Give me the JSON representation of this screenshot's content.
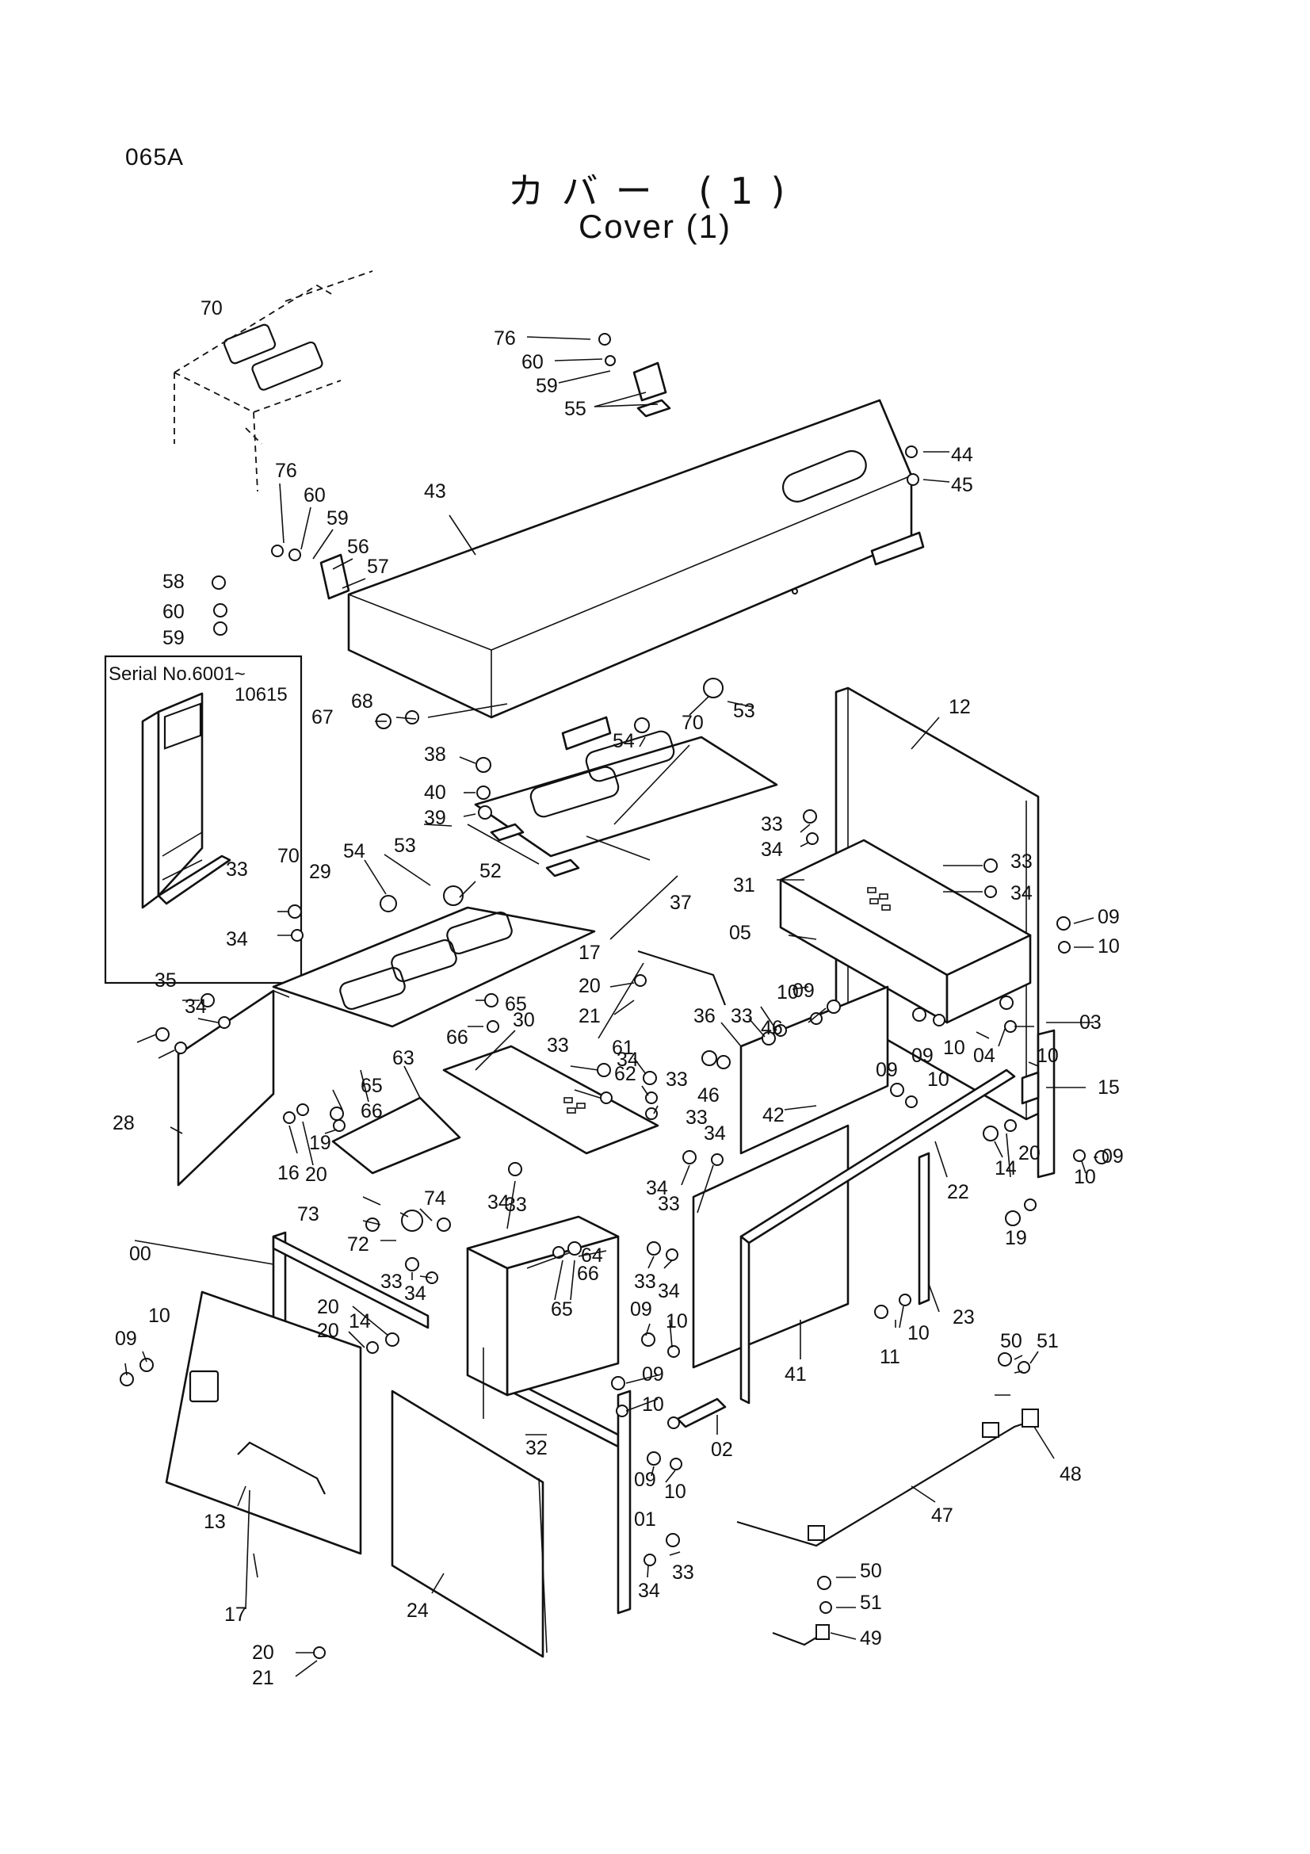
{
  "page_code": "065A",
  "title_jp": "カバー (1)",
  "title_en": "Cover (1)",
  "inset": {
    "serial_line1": "Serial No.6001~",
    "serial_line2": "10615"
  },
  "labels": [
    "70",
    "76",
    "60",
    "59",
    "55",
    "44",
    "45",
    "43",
    "76",
    "60",
    "59",
    "56",
    "57",
    "58",
    "60",
    "59",
    "53",
    "12",
    "68",
    "67",
    "70",
    "54",
    "38",
    "40",
    "39",
    "53",
    "54",
    "52",
    "29",
    "70",
    "33",
    "34",
    "37",
    "31",
    "33",
    "33",
    "34",
    "34",
    "09",
    "10",
    "35",
    "34",
    "17",
    "20",
    "21",
    "05",
    "10",
    "09",
    "33",
    "46",
    "36",
    "34",
    "33",
    "30",
    "66",
    "65",
    "61",
    "62",
    "33",
    "46",
    "09",
    "10",
    "04",
    "03",
    "10",
    "15",
    "28",
    "16",
    "20",
    "19",
    "65",
    "66",
    "63",
    "33",
    "34",
    "34",
    "33",
    "42",
    "09",
    "10",
    "14",
    "20",
    "09",
    "10",
    "22",
    "73",
    "74",
    "72",
    "34",
    "33",
    "64",
    "66",
    "65",
    "33",
    "34",
    "33",
    "34",
    "20",
    "19",
    "00",
    "09",
    "10",
    "20",
    "14",
    "13",
    "09",
    "10",
    "09",
    "10",
    "32",
    "23",
    "11",
    "10",
    "41",
    "50",
    "51",
    "02",
    "09",
    "10",
    "01",
    "48",
    "47",
    "24",
    "34",
    "33",
    "50",
    "51",
    "17",
    "20",
    "21",
    "49"
  ]
}
